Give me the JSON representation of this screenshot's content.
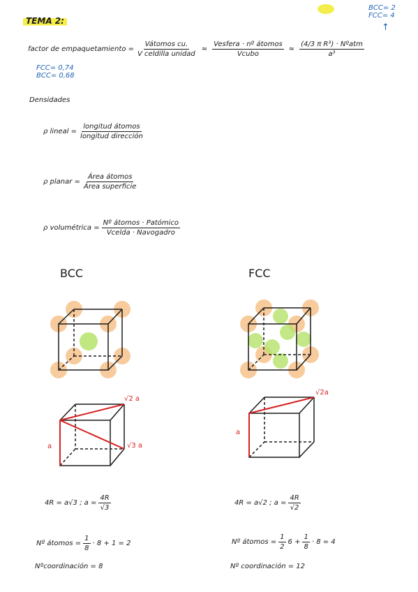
{
  "title": "TEMA 2:",
  "top_right": {
    "bcc": "BCC= 2",
    "fcc": "FCC= 4",
    "arrow": "↑"
  },
  "packing": {
    "label": "factor de empaquetamiento =",
    "frac1_num": "Vátomos cu.",
    "frac1_den": "V celdilla unidad",
    "approx1": "≈",
    "frac2_num": "Vesfera · nº átomos",
    "frac2_den": "Vcubo",
    "approx2": "≈",
    "frac3_num": "(4/3 π R³) · Nºatm",
    "frac3_den": "a³",
    "fcc_value": "FCC= 0,74",
    "bcc_value": "BCC= 0,68"
  },
  "densities_heading": "Densidades",
  "densities": {
    "linear": {
      "label": "ρ lineal =",
      "num": "longitud átomos",
      "den": "longitud dirección"
    },
    "planar": {
      "label": "ρ planar =",
      "num": "Área átomos",
      "den": "Área superficie"
    },
    "volumetric": {
      "label": "ρ volumétrica =",
      "num": "Nº átomos · Patómico",
      "den": "Vcelda · Navogadro"
    }
  },
  "bcc": {
    "label": "BCC",
    "diag_face": "√2 a",
    "diag_body": "√3 a",
    "edge": "a",
    "relation": "4R = a√3 ;  a =",
    "relation_num": "4R",
    "relation_den": "√3",
    "atoms_label": "Nº átomos =",
    "atoms_expr": "· 8 + 1 = 2",
    "atoms_frac_num": "1",
    "atoms_frac_den": "8",
    "coordination": "Nºcoordinación = 8"
  },
  "fcc": {
    "label": "FCC",
    "diag_face": "√2a",
    "edge": "a",
    "relation": "4R = a√2 ;  a =",
    "relation_num": "4R",
    "relation_den": "√2",
    "atoms_label": "Nº átomos =",
    "atoms_frac1_num": "1",
    "atoms_frac1_den": "2",
    "atoms_mid": "6 +",
    "atoms_frac2_num": "1",
    "atoms_frac2_den": "8",
    "atoms_end": "· 8 = 4",
    "coordination": "Nº coordinación = 12"
  },
  "colors": {
    "orange_atom": "#f7c38b",
    "green_atom": "#b6e36a",
    "red": "#d62020",
    "blue": "#1f5fb4",
    "highlight": "#f4ee4c"
  }
}
